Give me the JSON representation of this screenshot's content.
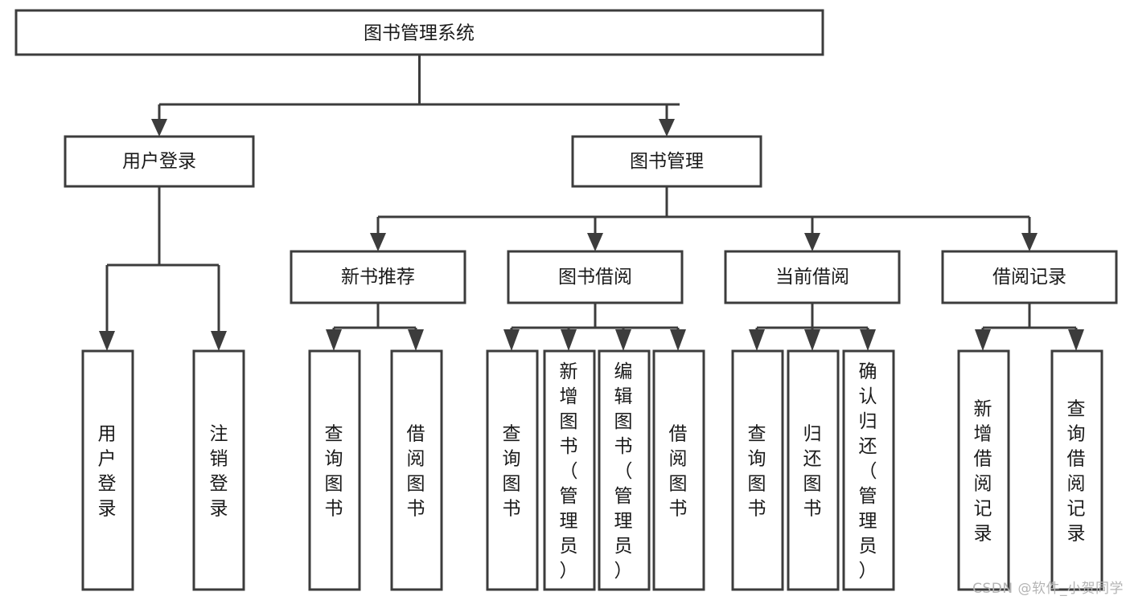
{
  "diagram": {
    "type": "tree-flowchart",
    "title": "图书管理系统",
    "root": {
      "id": "root",
      "label": "图书管理系统"
    },
    "level2": [
      {
        "id": "user-login",
        "label": "用户登录"
      },
      {
        "id": "book-manage",
        "label": "图书管理"
      }
    ],
    "level3": [
      {
        "id": "new-book-rec",
        "label": "新书推荐",
        "parent": "book-manage"
      },
      {
        "id": "book-borrow",
        "label": "图书借阅",
        "parent": "book-manage"
      },
      {
        "id": "current-borrow",
        "label": "当前借阅",
        "parent": "book-manage"
      },
      {
        "id": "borrow-record",
        "label": "借阅记录",
        "parent": "book-manage"
      }
    ],
    "leaves": [
      {
        "id": "leaf-user-login",
        "label": "用户登录",
        "parent": "user-login"
      },
      {
        "id": "leaf-logout",
        "label": "注销登录",
        "parent": "user-login"
      },
      {
        "id": "leaf-query-book-1",
        "label": "查询图书",
        "parent": "new-book-rec"
      },
      {
        "id": "leaf-borrow-book-1",
        "label": "借阅图书",
        "parent": "new-book-rec"
      },
      {
        "id": "leaf-query-book-2",
        "label": "查询图书",
        "parent": "book-borrow"
      },
      {
        "id": "leaf-add-book",
        "label": "新增图书（管理员）",
        "parent": "book-borrow"
      },
      {
        "id": "leaf-edit-book",
        "label": "编辑图书（管理员）",
        "parent": "book-borrow"
      },
      {
        "id": "leaf-borrow-book-2",
        "label": "借阅图书",
        "parent": "book-borrow"
      },
      {
        "id": "leaf-query-book-3",
        "label": "查询图书",
        "parent": "current-borrow"
      },
      {
        "id": "leaf-return-book",
        "label": "归还图书",
        "parent": "current-borrow"
      },
      {
        "id": "leaf-confirm-return",
        "label": "确认归还（管理员）",
        "parent": "current-borrow"
      },
      {
        "id": "leaf-add-record",
        "label": "新增借阅记录",
        "parent": "borrow-record"
      },
      {
        "id": "leaf-query-record",
        "label": "查询借阅记录",
        "parent": "borrow-record"
      }
    ],
    "colors": {
      "stroke": "#3c3c3c",
      "fill": "#ffffff",
      "text": "#1a1a1a",
      "watermark": "#b4b4b4"
    }
  },
  "watermark": {
    "text": "CSDN @软件_小贺同学"
  }
}
